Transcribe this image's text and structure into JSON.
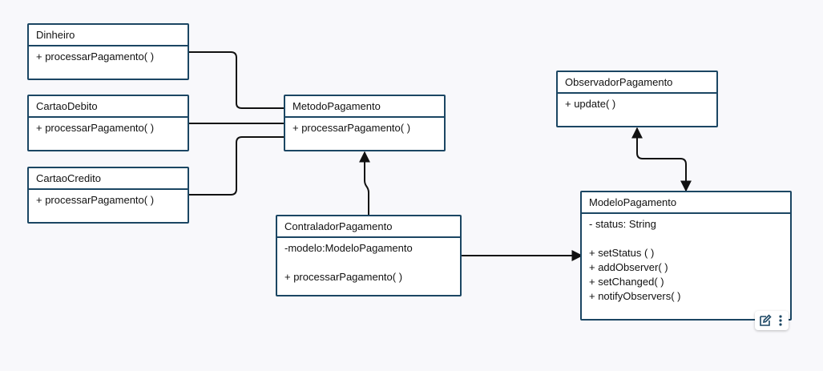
{
  "classes": {
    "dinheiro": {
      "name": "Dinheiro",
      "members": [
        "+ processarPagamento( )"
      ]
    },
    "cartao_debito": {
      "name": "CartaoDebito",
      "members": [
        "+ processarPagamento( )"
      ]
    },
    "cartao_credito": {
      "name": "CartaoCredito",
      "members": [
        "+ processarPagamento( )"
      ]
    },
    "metodo_pagamento": {
      "name": "MetodoPagamento",
      "members": [
        "+ processarPagamento( )"
      ]
    },
    "controlador_pagamento": {
      "name": "ContraladorPagamento",
      "attributes": [
        "-modelo:ModeloPagamento"
      ],
      "methods": [
        "+ processarPagamento( )"
      ]
    },
    "observador_pagamento": {
      "name": "ObservadorPagamento",
      "members": [
        "+ update( )"
      ]
    },
    "modelo_pagamento": {
      "name": "ModeloPagamento",
      "attributes": [
        "- status: String"
      ],
      "methods": [
        "+ setStatus ( )",
        "+ addObserver( )",
        "+ setChanged( )",
        "+ notifyObservers( )"
      ]
    }
  },
  "relations": [
    {
      "from": "Dinheiro",
      "to": "MetodoPagamento",
      "type": "line"
    },
    {
      "from": "CartaoDebito",
      "to": "MetodoPagamento",
      "type": "line"
    },
    {
      "from": "CartaoCredito",
      "to": "MetodoPagamento",
      "type": "line"
    },
    {
      "from": "ContraladorPagamento",
      "to": "MetodoPagamento",
      "type": "arrow"
    },
    {
      "from": "ContraladorPagamento",
      "to": "ModeloPagamento",
      "type": "arrow"
    },
    {
      "from": "ModeloPagamento",
      "to": "ObservadorPagamento",
      "type": "bidirectional-arrow"
    }
  ],
  "colors": {
    "border": "#1b4663",
    "connector": "#111111",
    "background": "#f8f8fb"
  },
  "icons": {
    "edit": "edit-icon",
    "more": "more-vertical-icon"
  }
}
